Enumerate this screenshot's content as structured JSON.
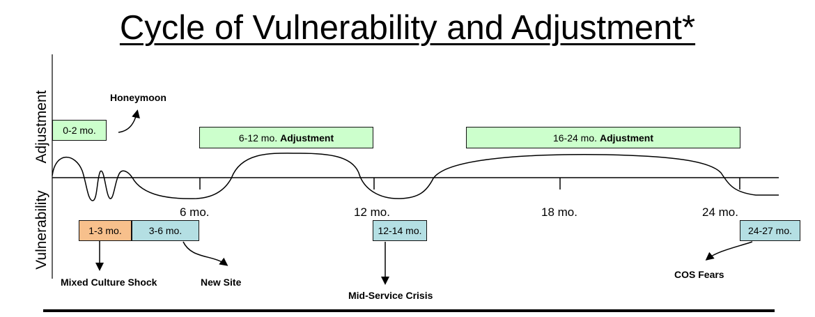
{
  "title": "Cycle of Vulnerability and Adjustment*",
  "axis": {
    "adjustment": "Adjustment",
    "vulnerability": "Vulnerability",
    "ticks": [
      "6 mo.",
      "12 mo.",
      "18 mo.",
      "24 mo."
    ]
  },
  "boxes": {
    "b0_2": "0-2 mo.",
    "b6_12_prefix": "6-12 mo.",
    "b6_12_bold": "Adjustment",
    "b16_24_prefix": "16-24 mo.",
    "b16_24_bold": "Adjustment",
    "b1_3": "1-3 mo.",
    "b3_6": "3-6 mo.",
    "b12_14": "12-14 mo.",
    "b24_27": "24-27 mo."
  },
  "labels": {
    "honeymoon": "Honeymoon",
    "mixed": "Mixed Culture Shock",
    "newsite": "New Site",
    "midservice": "Mid-Service Crisis",
    "cos": "COS Fears"
  },
  "colors": {
    "adjustment_box": "#ccffcc",
    "early_shock_box": "#f7c08c",
    "vulnerability_box": "#b4dfe3"
  }
}
